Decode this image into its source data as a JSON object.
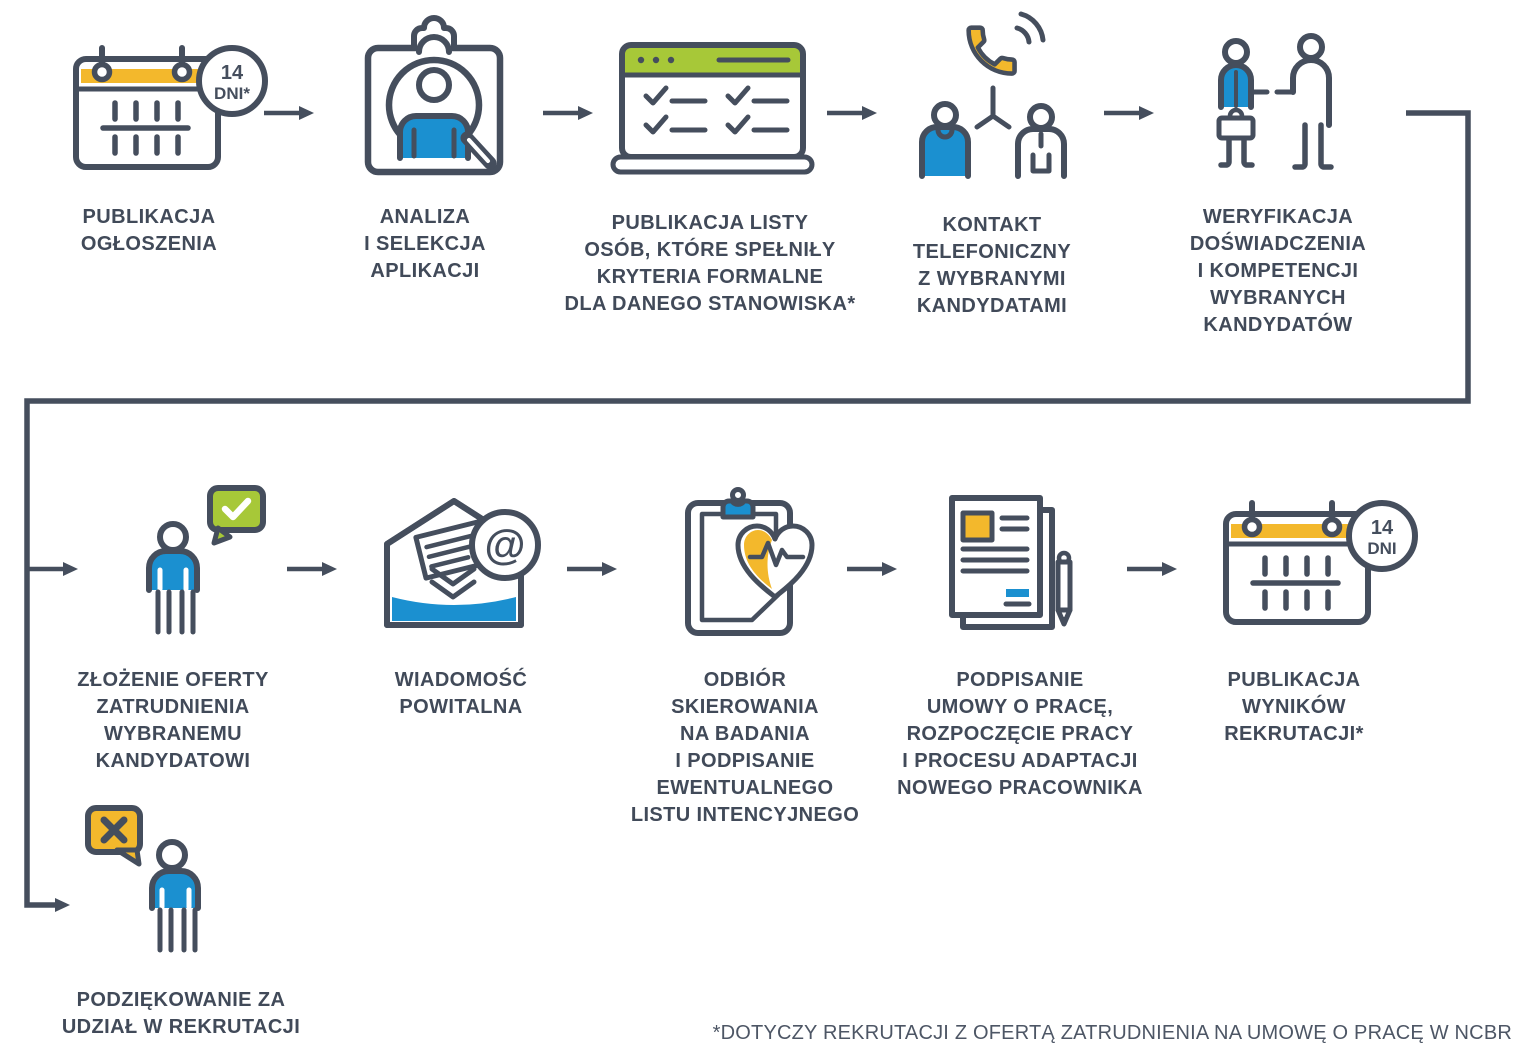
{
  "palette": {
    "dark": "#454E5D",
    "blue": "#1B90D0",
    "yellow": "#F3B82C",
    "green": "#A7C838",
    "text": "#414A59",
    "muted": "#4D5665"
  },
  "badges": {
    "start": [
      "14",
      "DNI*"
    ],
    "end": [
      "14",
      "DNI"
    ]
  },
  "email_at": "@",
  "steps": [
    {
      "id": "publikacja-ogloszenia",
      "icon": "calendar-14-days-icon",
      "label": [
        "PUBLIKACJA",
        "OGŁOSZENIA"
      ]
    },
    {
      "id": "analiza-aplikacji",
      "icon": "clipboard-magnifier-icon",
      "label": [
        "ANALIZA",
        "I SELEKCJA",
        "APLIKACJI"
      ]
    },
    {
      "id": "publikacja-listy",
      "icon": "browser-checklist-icon",
      "label": [
        "PUBLIKACJA LISTY",
        "OSÓB, KTÓRE SPEŁNIŁY",
        "KRYTERIA FORMALNE",
        "DLA DANEGO STANOWISKA*"
      ]
    },
    {
      "id": "kontakt-telefoniczny",
      "icon": "phone-people-icon",
      "label": [
        "KONTAKT",
        "TELEFONICZNY",
        "Z WYBRANYMI",
        "KANDYDATAMI"
      ]
    },
    {
      "id": "weryfikacja-doswiadczenia",
      "icon": "interview-people-icon",
      "label": [
        "WERYFIKACJA",
        "DOŚWIADCZENIA",
        "I KOMPETENCJI",
        "WYBRANYCH",
        "KANDYDATÓW"
      ]
    },
    {
      "id": "zlozenie-oferty",
      "icon": "person-check-bubble-icon",
      "label": [
        "ZŁOŻENIE OFERTY",
        "ZATRUDNIENIA",
        "WYBRANEMU",
        "KANDYDATOWI"
      ]
    },
    {
      "id": "wiadomosc-powitalna",
      "icon": "email-envelope-icon",
      "label": [
        "WIADOMOŚĆ",
        "POWITALNA"
      ]
    },
    {
      "id": "odbior-skierowania",
      "icon": "clipboard-heart-icon",
      "label": [
        "ODBIÓR",
        "SKIEROWANIA",
        "NA BADANIA",
        "I PODPISANIE",
        "EWENTUALNEGO",
        "LISTU INTENCYJNEGO"
      ]
    },
    {
      "id": "podpisanie-umowy",
      "icon": "contract-pen-icon",
      "label": [
        "PODPISANIE",
        "UMOWY O PRACĘ,",
        "ROZPOCZĘCIE PRACY",
        "I PROCESU ADAPTACJI",
        "NOWEGO PRACOWNIKA"
      ]
    },
    {
      "id": "publikacja-wynikow",
      "icon": "calendar-14-days-icon",
      "label": [
        "PUBLIKACJA",
        "WYNIKÓW",
        "REKRUTACJI*"
      ]
    },
    {
      "id": "podziekowanie",
      "icon": "person-x-bubble-icon",
      "label": [
        "PODZIĘKOWANIE ZA",
        "UDZIAŁ W REKRUTACJI"
      ]
    }
  ],
  "footnote": "*DOTYCZY REKRUTACJI Z OFERTĄ ZATRUDNIENIA NA UMOWĘ O PRACĘ W NCBR"
}
